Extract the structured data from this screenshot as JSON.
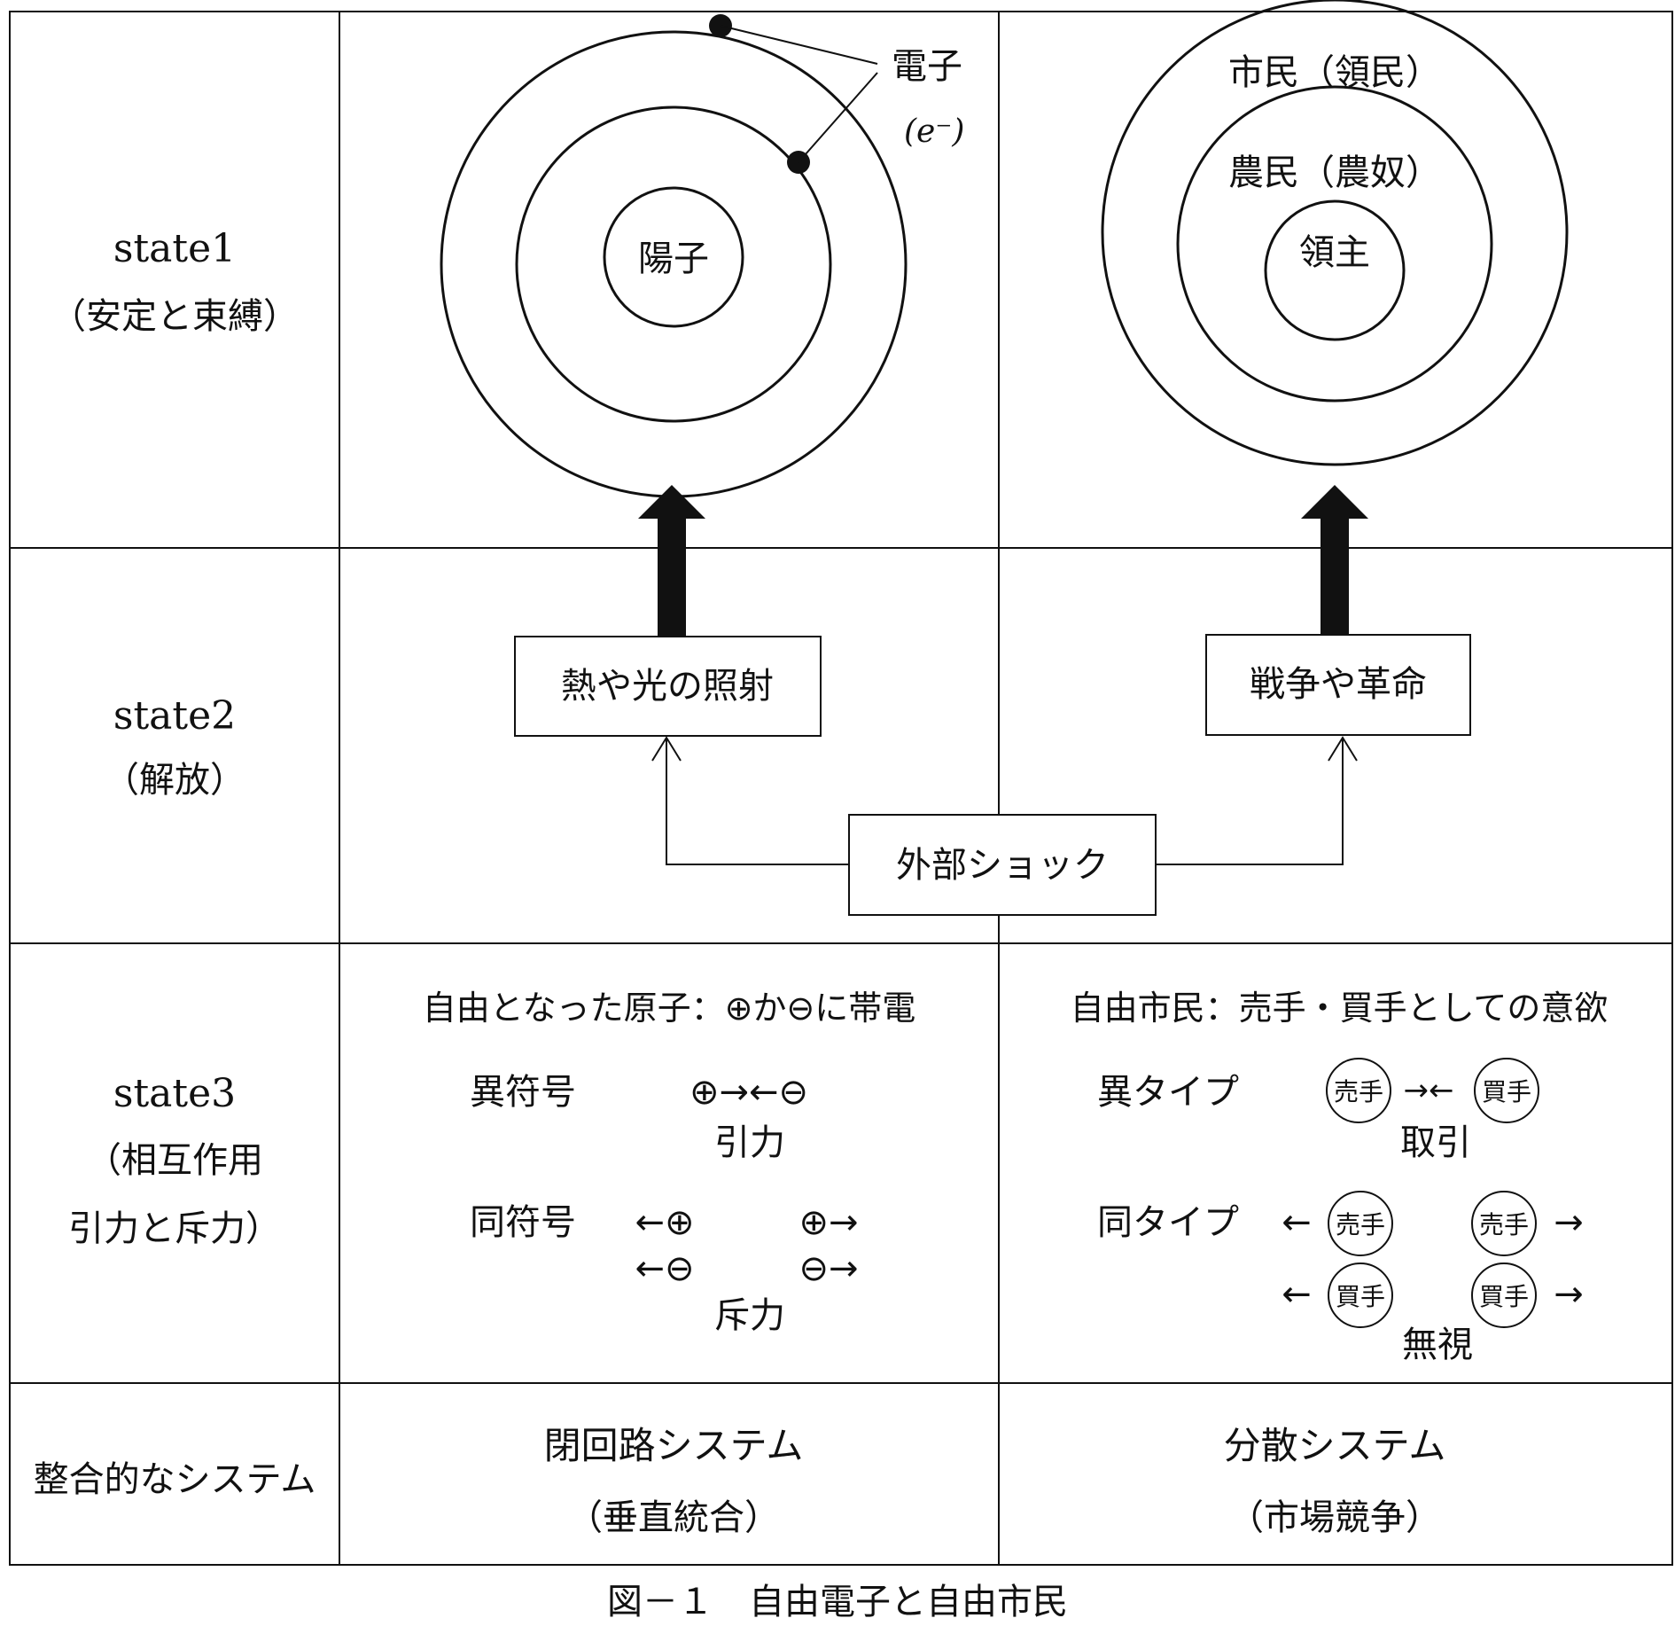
{
  "rows": {
    "state1": {
      "title": "state1",
      "subtitle": "（安定と束縛）"
    },
    "state2": {
      "title": "state2",
      "subtitle": "（解放）"
    },
    "state3": {
      "title": "state3",
      "subtitle_line1": "（相互作用",
      "subtitle_line2": "引力と斥力）"
    },
    "system": {
      "title": "整合的なシステム"
    }
  },
  "atom": {
    "nucleus": "陽子",
    "electron_label": "電子",
    "electron_symbol": "(e⁻)",
    "shock_box": "熱や光の照射",
    "state3_heading": "自由となった原子：⊕か⊖に帯電",
    "opposite_label": "異符号",
    "opposite_pair": "⊕→←⊖",
    "attraction_label": "引力",
    "same_label": "同符号",
    "same_plus_left": "←⊕",
    "same_plus_right": "⊕→",
    "same_minus_left": "←⊖",
    "same_minus_right": "⊖→",
    "repulsion_label": "斥力",
    "system_line1": "閉回路システム",
    "system_line2": "（垂直統合）"
  },
  "society": {
    "outer_label": "市民（領民）",
    "middle_label": "農民（農奴）",
    "center_label": "領主",
    "shock_box": "戦争や革命",
    "state3_heading": "自由市民：売手・買手としての意欲",
    "different_label": "異タイプ",
    "seller": "売手",
    "buyer": "買手",
    "trade_label": "取引",
    "same_label": "同タイプ",
    "ignore_label": "無視",
    "system_line1": "分散システム",
    "system_line2": "（市場競争）"
  },
  "external_shock": "外部ショック",
  "caption": "図－１　自由電子と自由市民"
}
